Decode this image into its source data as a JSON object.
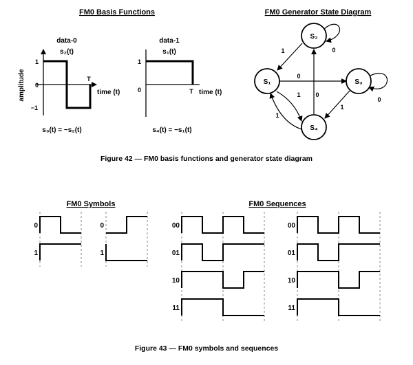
{
  "basis": {
    "title": "FM0 Basis Functions",
    "data0_label": "data-0",
    "data1_label": "data-1",
    "s2_label": "s₂(t)",
    "s1_label": "s₁(t)",
    "amplitude": "amplitude",
    "one": "1",
    "zero": "0",
    "minus_one": "−1",
    "T": "T",
    "time": "time (t)",
    "s3_eq": "s₃(t) = −s₂(t)",
    "s4_eq": "s₄(t) = −s₁(t)"
  },
  "state_diagram": {
    "title": "FM0 Generator State Diagram",
    "states": [
      "S₁",
      "S₂",
      "S₃",
      "S₄"
    ],
    "edge_labels": [
      "1",
      "0",
      "0",
      "1",
      "0",
      "1",
      "1",
      "0"
    ]
  },
  "figure42_caption": "Figure 42 — FM0 basis functions and generator state diagram",
  "symbols": {
    "title": "FM0 Symbols",
    "labels": [
      "0",
      "0",
      "1",
      "1"
    ]
  },
  "sequences": {
    "title": "FM0 Sequences",
    "labels": [
      "00",
      "00",
      "01",
      "01",
      "10",
      "10",
      "11",
      "11"
    ]
  },
  "figure43_caption": "Figure 43 — FM0 symbols and sequences"
}
